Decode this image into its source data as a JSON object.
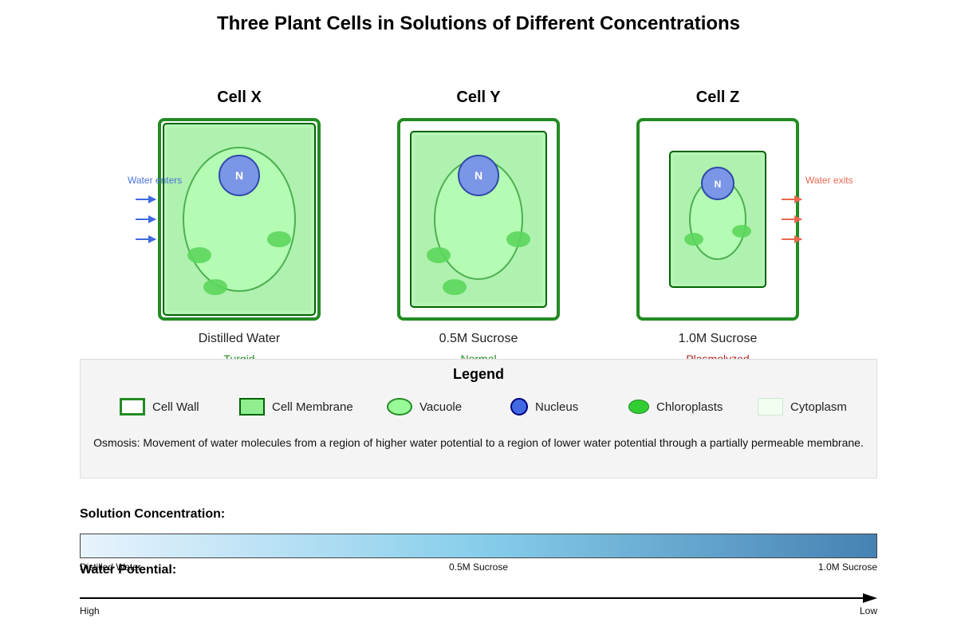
{
  "title": "Three Plant Cells in Solutions of Different Concentrations",
  "cells": [
    {
      "name": "Cell X",
      "solution": "Distilled Water",
      "state": "Turgid",
      "state_color": "#228b22"
    },
    {
      "name": "Cell Y",
      "solution": "0.5M Sucrose",
      "state": "Normal",
      "state_color": "#228b22"
    },
    {
      "name": "Cell Z",
      "solution": "1.0M Sucrose",
      "state": "Plasmolyzed",
      "state_color": "#b22222"
    }
  ],
  "nucleus_label": "N",
  "water_enters_label": "Water enters",
  "water_exits_label": "Water exits",
  "legend": {
    "title": "Legend",
    "items": [
      {
        "label": "Cell Wall",
        "icon": "cell-wall-swatch"
      },
      {
        "label": "Cell Membrane",
        "icon": "cell-membrane-swatch"
      },
      {
        "label": "Vacuole",
        "icon": "vacuole-swatch"
      },
      {
        "label": "Nucleus",
        "icon": "nucleus-swatch"
      },
      {
        "label": "Chloroplasts",
        "icon": "chloroplast-swatch"
      },
      {
        "label": "Cytoplasm",
        "icon": "cytoplasm-swatch"
      }
    ],
    "definition": "Osmosis: Movement of water molecules from a region of higher water potential to a region of lower water potential through a partially permeable membrane."
  },
  "concentration": {
    "label": "Solution Concentration:",
    "ticks": [
      "Distilled Water",
      "0.5M Sucrose",
      "1.0M Sucrose"
    ]
  },
  "water_potential": {
    "label": "Water Potential:",
    "high": "High",
    "low": "Low"
  },
  "colors": {
    "cell_wall": "#228b22",
    "membrane": "#006400",
    "cytoplasm": "#90ee90",
    "vacuole": "#98fb98",
    "nucleus": "#4169e1",
    "chloroplast": "#32cd32",
    "water_in": "#4169e1",
    "water_out": "#e9694f"
  }
}
